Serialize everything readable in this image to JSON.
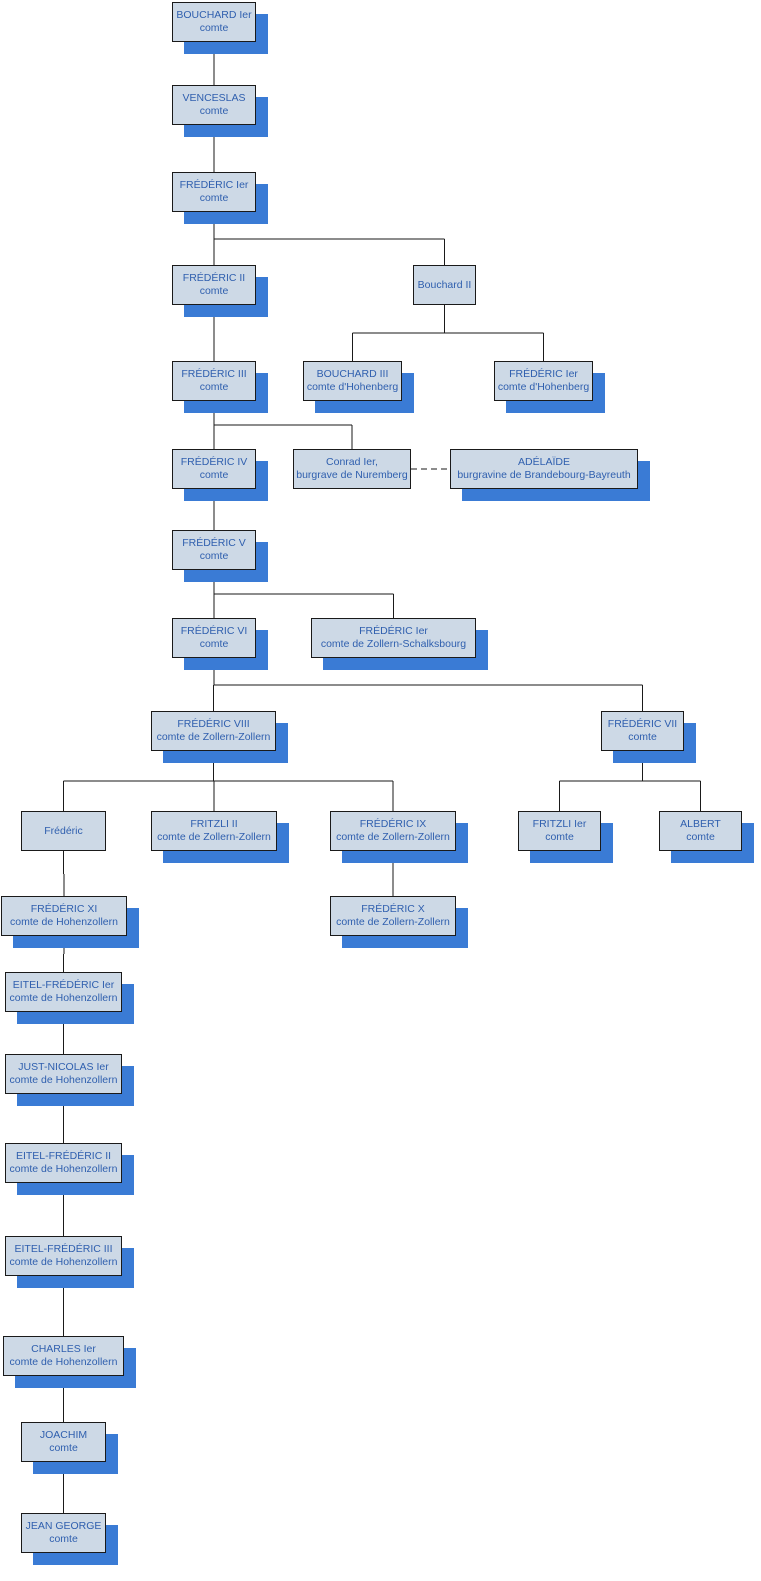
{
  "nodes": [
    {
      "id": "bouchard-1",
      "title": "BOUCHARD Ier",
      "subtitle": "comte"
    },
    {
      "id": "venceslas",
      "title": "VENCESLAS",
      "subtitle": "comte"
    },
    {
      "id": "frederic-1",
      "title": "FRÉDÉRIC Ier",
      "subtitle": "comte"
    },
    {
      "id": "frederic-2",
      "title": "FRÉDÉRIC II",
      "subtitle": "comte"
    },
    {
      "id": "bouchard-2",
      "title": "Bouchard II",
      "subtitle": ""
    },
    {
      "id": "frederic-3",
      "title": "FRÉDÉRIC III",
      "subtitle": "comte"
    },
    {
      "id": "bouchard-3-hohenberg",
      "title": "BOUCHARD III",
      "subtitle": "comte d'Hohenberg"
    },
    {
      "id": "frederic-1-hohenberg",
      "title": "FRÉDÉRIC Ier",
      "subtitle": "comte d'Hohenberg"
    },
    {
      "id": "frederic-4",
      "title": "FRÉDÉRIC IV",
      "subtitle": "comte"
    },
    {
      "id": "conrad-1",
      "title": "Conrad Ier,",
      "subtitle": "burgrave de Nuremberg"
    },
    {
      "id": "adelaide",
      "title": "ADÉLAÏDE",
      "subtitle": "burgravine de Brandebourg-Bayreuth"
    },
    {
      "id": "frederic-5",
      "title": "FRÉDÉRIC V",
      "subtitle": "comte"
    },
    {
      "id": "frederic-6",
      "title": "FRÉDÉRIC VI",
      "subtitle": "comte"
    },
    {
      "id": "frederic-1-schalksbourg",
      "title": "FRÉDÉRIC Ier",
      "subtitle": "comte de Zollern-Schalksbourg"
    },
    {
      "id": "frederic-8",
      "title": "FRÉDÉRIC VIII",
      "subtitle": "comte de Zollern-Zollern"
    },
    {
      "id": "frederic-7",
      "title": "FRÉDÉRIC VII",
      "subtitle": "comte"
    },
    {
      "id": "frederic-plain",
      "title": "Frédéric",
      "subtitle": ""
    },
    {
      "id": "fritzli-2",
      "title": "FRITZLI II",
      "subtitle": "comte de Zollern-Zollern"
    },
    {
      "id": "frederic-9",
      "title": "FRÉDÉRIC IX",
      "subtitle": "comte de Zollern-Zollern"
    },
    {
      "id": "fritzli-1",
      "title": "FRITZLI Ier",
      "subtitle": "comte"
    },
    {
      "id": "albert",
      "title": "ALBERT",
      "subtitle": "comte"
    },
    {
      "id": "frederic-11",
      "title": "FRÉDÉRIC XI",
      "subtitle": "comte de Hohenzollern"
    },
    {
      "id": "frederic-10",
      "title": "FRÉDÉRIC X",
      "subtitle": "comte de Zollern-Zollern"
    },
    {
      "id": "eitel-frederic-1",
      "title": "EITEL-FRÉDÉRIC Ier",
      "subtitle": "comte de Hohenzollern"
    },
    {
      "id": "just-nicolas-1",
      "title": "JUST-NICOLAS Ier",
      "subtitle": "comte de Hohenzollern"
    },
    {
      "id": "eitel-frederic-2",
      "title": "EITEL-FRÉDÉRIC II",
      "subtitle": "comte de Hohenzollern"
    },
    {
      "id": "eitel-frederic-3",
      "title": "EITEL-FRÉDÉRIC III",
      "subtitle": "comte de Hohenzollern"
    },
    {
      "id": "charles-1",
      "title": "CHARLES Ier",
      "subtitle": "comte de Hohenzollern"
    },
    {
      "id": "joachim",
      "title": "JOACHIM",
      "subtitle": "comte"
    },
    {
      "id": "jean-george",
      "title": "JEAN GEORGE",
      "subtitle": "comte"
    }
  ],
  "relations": [
    {
      "type": "parent",
      "from": "bouchard-1",
      "to": "venceslas"
    },
    {
      "type": "parent",
      "from": "venceslas",
      "to": "frederic-1"
    },
    {
      "type": "parent",
      "from": "frederic-1",
      "to": "frederic-2"
    },
    {
      "type": "parent",
      "from": "frederic-1",
      "to": "bouchard-2"
    },
    {
      "type": "parent",
      "from": "frederic-2",
      "to": "frederic-3"
    },
    {
      "type": "parent",
      "from": "bouchard-2",
      "to": "bouchard-3-hohenberg"
    },
    {
      "type": "parent",
      "from": "bouchard-2",
      "to": "frederic-1-hohenberg"
    },
    {
      "type": "parent",
      "from": "frederic-3",
      "to": "frederic-4"
    },
    {
      "type": "parent",
      "from": "frederic-3",
      "to": "conrad-1"
    },
    {
      "type": "spouse",
      "from": "conrad-1",
      "to": "adelaide"
    },
    {
      "type": "parent",
      "from": "frederic-4",
      "to": "frederic-5"
    },
    {
      "type": "parent",
      "from": "frederic-5",
      "to": "frederic-6"
    },
    {
      "type": "parent",
      "from": "frederic-5",
      "to": "frederic-1-schalksbourg"
    },
    {
      "type": "parent",
      "from": "frederic-6",
      "to": "frederic-8"
    },
    {
      "type": "parent",
      "from": "frederic-6",
      "to": "frederic-7"
    },
    {
      "type": "parent",
      "from": "frederic-8",
      "to": "frederic-plain"
    },
    {
      "type": "parent",
      "from": "frederic-8",
      "to": "fritzli-2"
    },
    {
      "type": "parent",
      "from": "frederic-8",
      "to": "frederic-9"
    },
    {
      "type": "parent",
      "from": "frederic-7",
      "to": "fritzli-1"
    },
    {
      "type": "parent",
      "from": "frederic-7",
      "to": "albert"
    },
    {
      "type": "parent",
      "from": "frederic-plain",
      "to": "frederic-11"
    },
    {
      "type": "parent",
      "from": "frederic-9",
      "to": "frederic-10"
    },
    {
      "type": "parent",
      "from": "frederic-11",
      "to": "eitel-frederic-1"
    },
    {
      "type": "parent",
      "from": "eitel-frederic-1",
      "to": "just-nicolas-1"
    },
    {
      "type": "parent",
      "from": "just-nicolas-1",
      "to": "eitel-frederic-2"
    },
    {
      "type": "parent",
      "from": "eitel-frederic-2",
      "to": "eitel-frederic-3"
    },
    {
      "type": "parent",
      "from": "eitel-frederic-3",
      "to": "charles-1"
    },
    {
      "type": "parent",
      "from": "charles-1",
      "to": "joachim"
    },
    {
      "type": "parent",
      "from": "joachim",
      "to": "jean-george"
    }
  ],
  "colors": {
    "node_fill": "#cdd9e6",
    "node_border": "#1a1a1a",
    "node_text": "#2f5fae",
    "shadow": "#3a7bd5",
    "line": "#1a1a1a"
  }
}
